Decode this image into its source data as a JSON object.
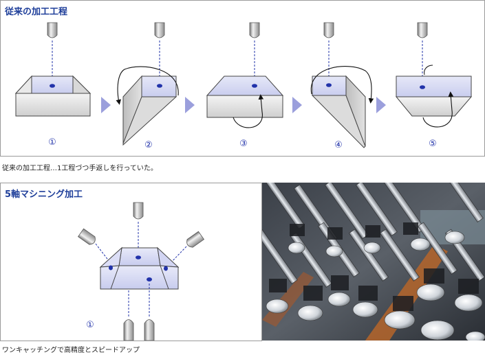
{
  "conventional": {
    "title": "従来の加工工程",
    "steps": [
      "①",
      "②",
      "③",
      "④",
      "⑤"
    ],
    "caption": "従来の加工工程…1工程づつ手返しを行っていた。"
  },
  "five_axis": {
    "title": "5軸マシニング加工",
    "step_number": "①",
    "caption": "ワンキャッチングで高精度とスピードアップ"
  },
  "colors": {
    "title_blue": "#1f3f9a",
    "face_lavender": "#d9dcf3",
    "arrow_lavender": "#9b9fdc",
    "hole_blue": "#2233aa"
  },
  "icons": [
    "spindle-tool-icon",
    "rotation-arrow-icon",
    "next-step-triangle-icon",
    "drill-hole-icon"
  ]
}
